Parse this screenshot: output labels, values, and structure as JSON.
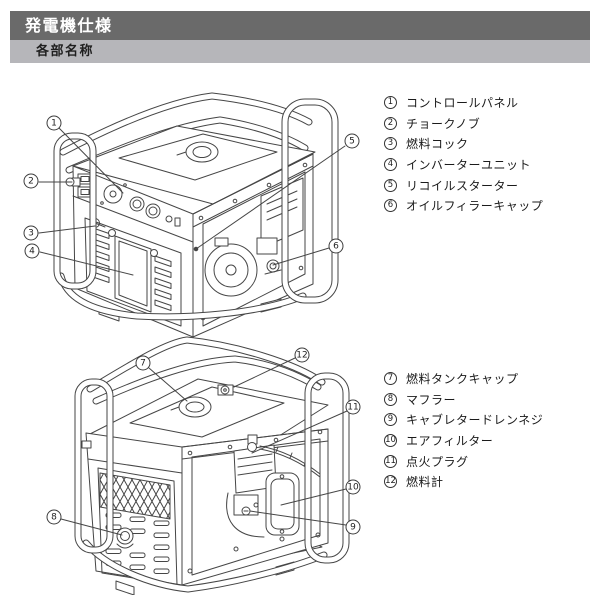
{
  "header": {
    "title": "発電機仕様",
    "subtitle": "各部名称"
  },
  "colors": {
    "title_bar": "#6a6a6a",
    "subtitle_bar": "#b6b6ba",
    "diagram_line": "#464646",
    "text": "#1b1b1b"
  },
  "legend_top": {
    "items": [
      {
        "num": "1",
        "label": "コントロールパネル"
      },
      {
        "num": "2",
        "label": "チョークノブ"
      },
      {
        "num": "3",
        "label": "燃料コック"
      },
      {
        "num": "4",
        "label": "インバーターユニット"
      },
      {
        "num": "5",
        "label": "リコイルスターター"
      },
      {
        "num": "6",
        "label": "オイルフィラーキャップ"
      }
    ]
  },
  "legend_bottom": {
    "items": [
      {
        "num": "7",
        "label": "燃料タンクキャップ"
      },
      {
        "num": "8",
        "label": "マフラー"
      },
      {
        "num": "9",
        "label": "キャブレタードレンネジ"
      },
      {
        "num": "10",
        "label": "エアフィルター"
      },
      {
        "num": "11",
        "label": "点火プラグ"
      },
      {
        "num": "12",
        "label": "燃料計"
      }
    ]
  },
  "diagram_top": {
    "callouts": [
      {
        "num": "1"
      },
      {
        "num": "2"
      },
      {
        "num": "3"
      },
      {
        "num": "4"
      },
      {
        "num": "5"
      },
      {
        "num": "6"
      }
    ]
  },
  "diagram_bottom": {
    "callouts": [
      {
        "num": "7"
      },
      {
        "num": "8"
      },
      {
        "num": "9"
      },
      {
        "num": "10"
      },
      {
        "num": "11"
      },
      {
        "num": "12"
      }
    ]
  }
}
